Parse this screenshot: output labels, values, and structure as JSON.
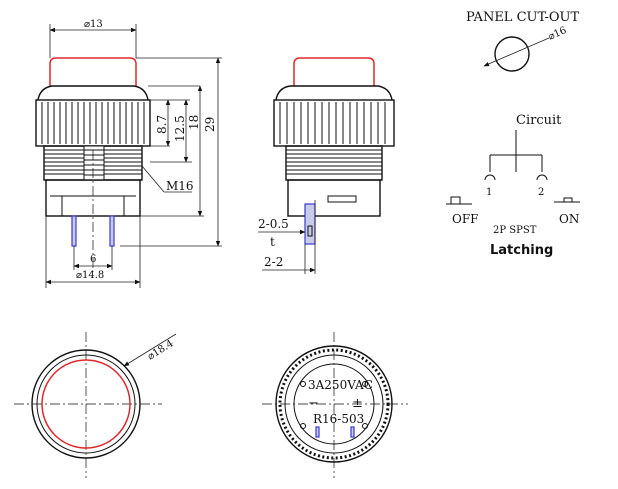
{
  "colors": {
    "cap_outline": "#e0282c",
    "pin_fill": "#c9cce8",
    "pin_outline": "#3a3ad0",
    "line": "#111111"
  },
  "side_view": {
    "dim_cap_width": "⌀13",
    "dim_8_7": "8.7",
    "dim_12_5": "12.5",
    "dim_18": "18",
    "dim_29": "29",
    "thread_label": "M16",
    "dim_pin_spacing": "6",
    "dim_base_width": "⌀14.8"
  },
  "front_view": {
    "dim_pin_width": "2-0.5",
    "dim_pin_depth": "2-2",
    "pin_thickness_mark": "t"
  },
  "top_view": {
    "dim_outer": "⌀18.4"
  },
  "bottom_view": {
    "rating": "3A250VAC",
    "minus_mark": "−",
    "plusminus_mark": "±",
    "model": "R16-503"
  },
  "panel_cutout": {
    "title": "PANEL CUT-OUT",
    "dim": "⌀16"
  },
  "circuit": {
    "title": "Circuit",
    "pin1": "1",
    "pin2": "2",
    "off_label": "OFF",
    "on_label": "ON",
    "type": "2P SPST",
    "mode": "Latching"
  }
}
